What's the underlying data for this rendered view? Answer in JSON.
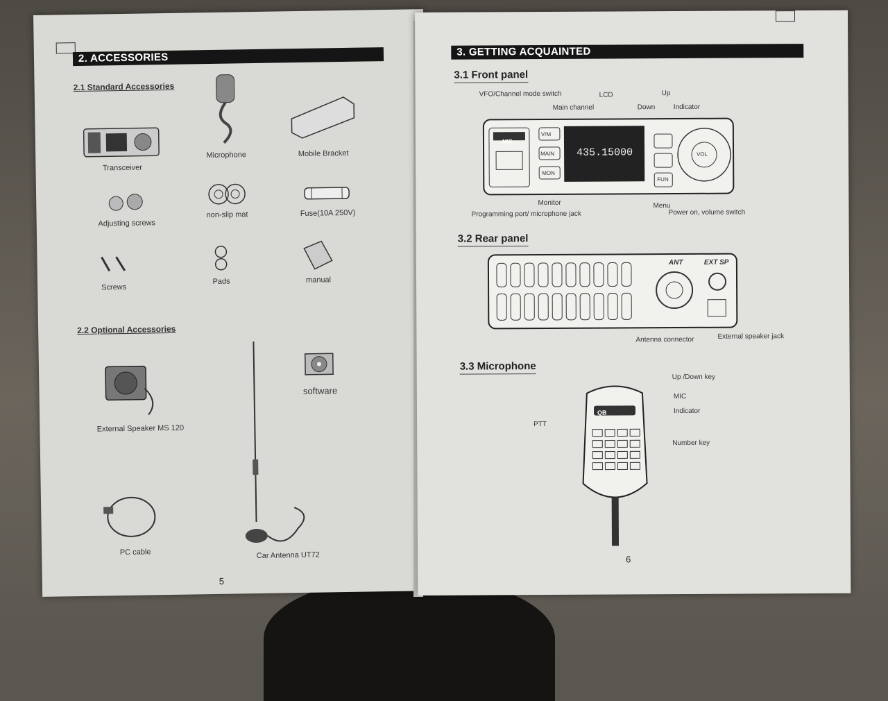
{
  "left_page": {
    "section_title": "2. ACCESSORIES",
    "standard_heading": "2.1 Standard Accessories",
    "standard_items": [
      "Transceiver",
      "Microphone",
      "Mobile Bracket",
      "Adjusting screws",
      "non-slip mat",
      "Fuse(10A 250V)",
      "Screws",
      "Pads",
      "manual"
    ],
    "optional_heading": "2.2 Optional Accessories",
    "optional_items": [
      "External Speaker MS 120",
      "software",
      "PC cable",
      "Car Antenna UT72"
    ],
    "page_number": "5"
  },
  "right_page": {
    "section_title": "3. GETTING ACQUAINTED",
    "front_panel": {
      "heading": "3.1 Front panel",
      "labels": {
        "vfo": "VFO/Channel mode switch",
        "main_channel": "Main channel",
        "lcd": "LCD",
        "up": "Up",
        "down": "Down",
        "indicator": "Indicator",
        "monitor": "Monitor",
        "programming": "Programming port/ microphone jack",
        "menu": "Menu",
        "power": "Power on, volume switch"
      },
      "buttons": [
        "V/M",
        "MAIN",
        "MON",
        "FUN",
        "VOL"
      ],
      "lcd_reading": "435.15000",
      "mic_label": "MIC"
    },
    "rear_panel": {
      "heading": "3.2 Rear panel",
      "labels": {
        "ant": "ANT",
        "ext_sp": "EXT SP",
        "antenna_connector": "Antenna connector",
        "external_speaker": "External speaker jack"
      }
    },
    "microphone": {
      "heading": "3.3 Microphone",
      "labels": {
        "updown": "Up /Down key",
        "mic": "MIC",
        "indicator": "Indicator",
        "ptt": "PTT",
        "number_key": "Number key"
      },
      "brand": "QB"
    },
    "page_number": "6"
  }
}
